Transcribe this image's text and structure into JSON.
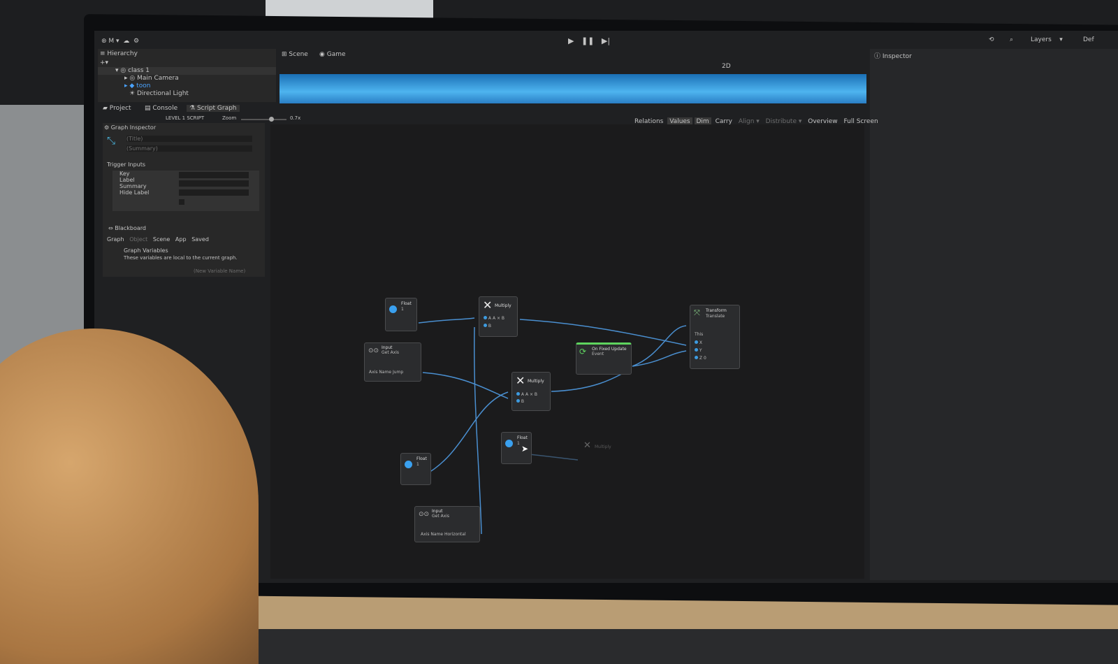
{
  "toolbar": {
    "account": "M",
    "play": "▶",
    "pause": "❚❚",
    "step": "▶|",
    "layers": "Layers",
    "layout": "Def"
  },
  "hierarchy": {
    "title": "Hierarchy",
    "items": [
      "class 1",
      "Main Camera",
      "toon",
      "Directional Light"
    ]
  },
  "scene_tabs": [
    "Scene",
    "Game"
  ],
  "scene_toolbar": {
    "mode_2d": "2D"
  },
  "inspector": {
    "title": "Inspector"
  },
  "bottom_tabs": [
    "Project",
    "Console",
    "Script Graph"
  ],
  "graph_toolbar": {
    "breadcrumb": "LEVEL 1 SCRIPT",
    "zoom_label": "Zoom",
    "zoom_value": "0.7x",
    "buttons": [
      "Relations",
      "Values",
      "Dim",
      "Carry",
      "Align ▾",
      "Distribute ▾",
      "Overview",
      "Full Screen"
    ]
  },
  "graph_inspector": {
    "title": "Graph Inspector",
    "title_placeholder": "(Title)",
    "summary_placeholder": "(Summary)",
    "trigger_inputs": "Trigger Inputs",
    "fields": [
      "Key",
      "Label",
      "Summary",
      "Hide Label"
    ]
  },
  "blackboard": {
    "title": "Blackboard",
    "tabs": [
      "Graph",
      "Object",
      "Scene",
      "App",
      "Saved"
    ],
    "heading": "Graph Variables",
    "description": "These variables are local to the current graph.",
    "new_var_placeholder": "(New Variable Name)"
  },
  "nodes": {
    "float1": {
      "title": "Float",
      "value": "1"
    },
    "multiply1": {
      "title": "Multiply",
      "a": "A",
      "b": "B",
      "out": "A × B"
    },
    "get_axis_jump": {
      "title": "Input",
      "sub": "Get Axis",
      "axis_label": "Axis Name",
      "axis_value": "Jump"
    },
    "multiply2": {
      "title": "Multiply",
      "a": "A",
      "b": "B",
      "out": "A × B"
    },
    "fixed_update": {
      "title": "On Fixed Update",
      "sub": "Event"
    },
    "translate": {
      "title": "Transform",
      "sub": "Translate",
      "this": "This",
      "x": "X",
      "y": "Y",
      "z": "Z",
      "z_value": "0"
    },
    "float2": {
      "title": "Float",
      "value": "1"
    },
    "float3": {
      "title": "Float",
      "value": "1"
    },
    "get_axis_h": {
      "title": "Input",
      "sub": "Get Axis",
      "axis_label": "Axis Name",
      "axis_value": "Horizontal"
    },
    "ghost_multiply": {
      "title": "Multiply"
    }
  },
  "colors": {
    "wire": "#4a8fd0",
    "accent": "#3aa0ef",
    "event": "#5ed35e"
  }
}
